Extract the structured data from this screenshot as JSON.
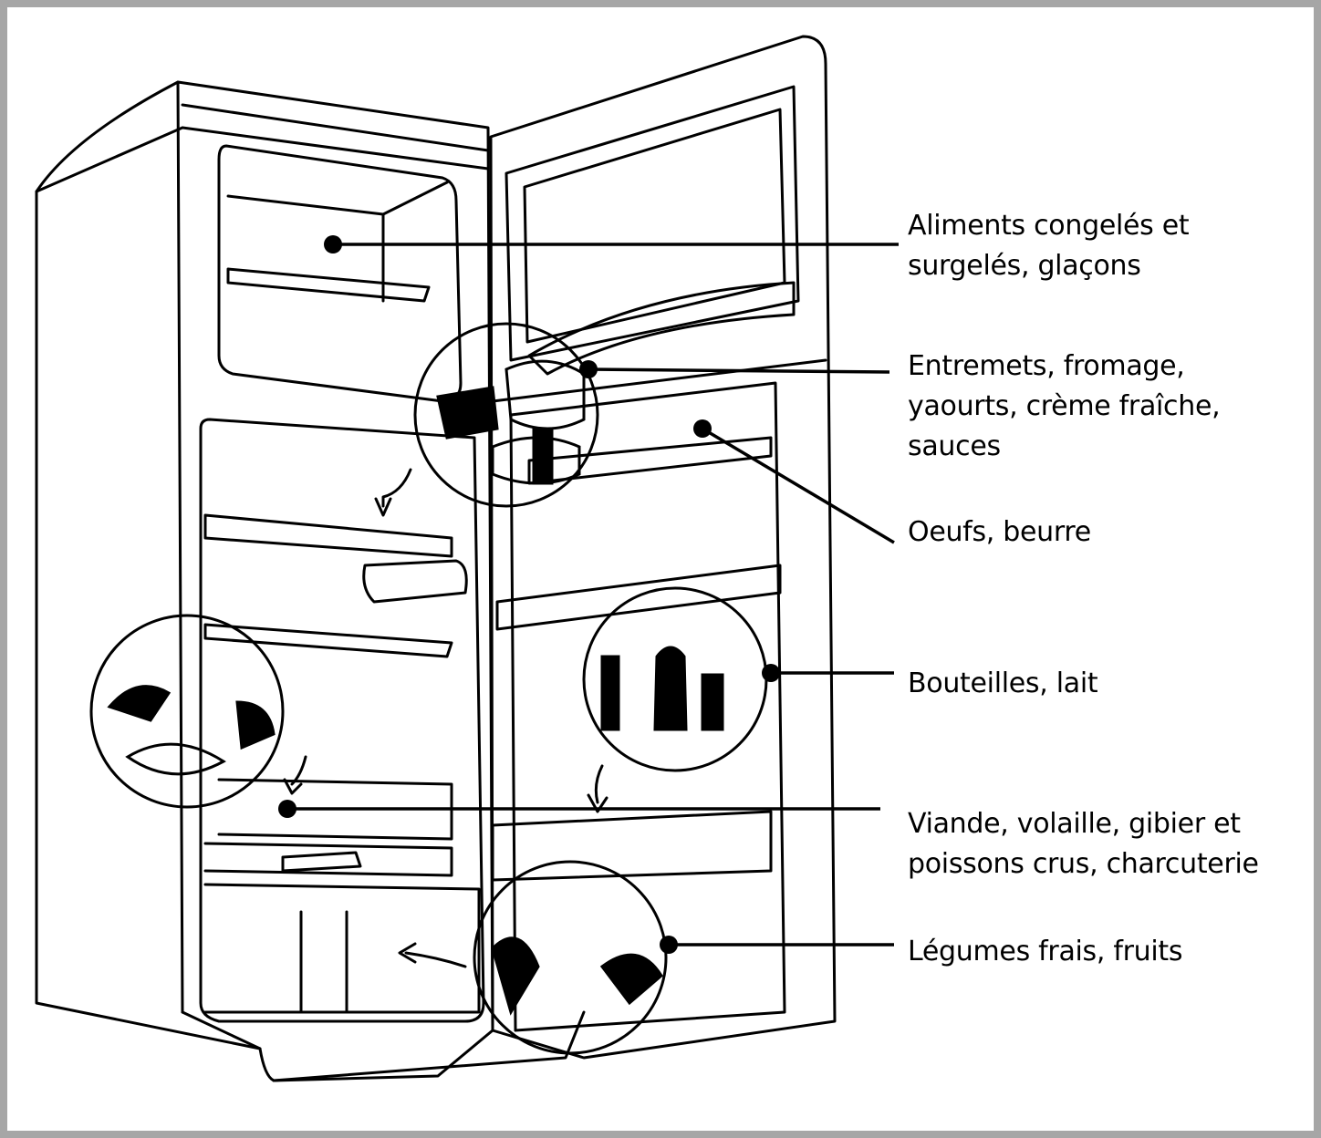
{
  "labels": {
    "frozen": {
      "line1": "Aliments congelés et",
      "line2": "surgelés, glaçons"
    },
    "dairy": {
      "line1": "Entremets, fromage,",
      "line2": "yaourts, crème fraîche,",
      "line3": "sauces"
    },
    "eggs": {
      "line1": "Oeufs, beurre"
    },
    "bottles": {
      "line1": "Bouteilles, lait"
    },
    "meat": {
      "line1": "Viande, volaille, gibier et",
      "line2": "poissons crus, charcuterie"
    },
    "vegetables": {
      "line1": "Légumes frais, fruits"
    }
  },
  "colors": {
    "frame": "#a6a6a6",
    "ink": "#000000",
    "background": "#ffffff"
  }
}
